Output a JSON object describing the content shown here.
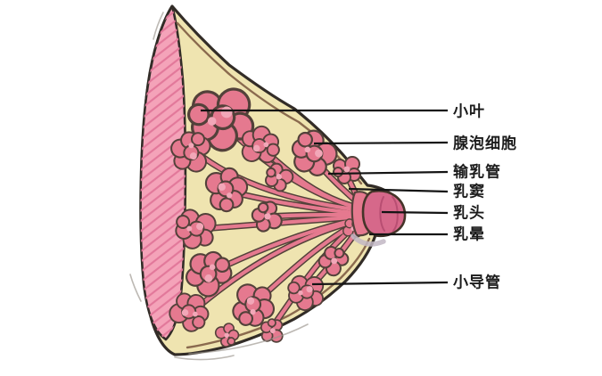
{
  "labels": [
    {
      "id": "lobule",
      "text": "小叶"
    },
    {
      "id": "acinar-cells",
      "text": "腺泡细胞"
    },
    {
      "id": "lactiferous-duct",
      "text": "输乳管"
    },
    {
      "id": "lactiferous-sinus",
      "text": "乳窦"
    },
    {
      "id": "nipple",
      "text": "乳头"
    },
    {
      "id": "areola",
      "text": "乳晕"
    },
    {
      "id": "small-duct",
      "text": "小导管"
    }
  ],
  "colors": {
    "background": "#ffffff",
    "outline": "#322c27",
    "skin_fill": "#efe4b0",
    "inner_line": "#8a6a4e",
    "muscle_fill": "#f4a3b9",
    "muscle_hatch": "#e2789a",
    "lobule_fill": "#e5798f",
    "lobule_highlight": "#f2a7b8",
    "lobule_outline": "#53413a",
    "duct_fill": "#e5798f",
    "nipple_fill": "#d6688a",
    "nipple_detail": "#b84e72",
    "areola_shade": "#c2b7c4",
    "leader_line": "#141414",
    "label_color": "#1c1c1c",
    "sketch": "#9a948c"
  }
}
